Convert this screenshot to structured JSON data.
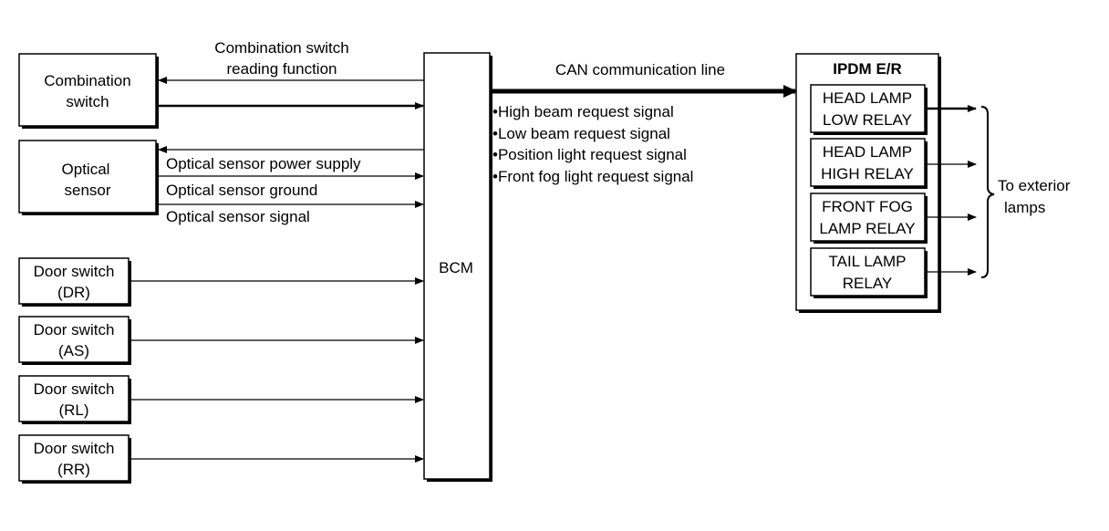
{
  "labels": {
    "combo_reading_1": "Combination switch",
    "combo_reading_2": "reading function",
    "can_line": "CAN communication line",
    "opt_power": "Optical sensor power supply",
    "opt_ground": "Optical sensor ground",
    "opt_signal": "Optical sensor signal",
    "to_exterior_1": "To exterior",
    "to_exterior_2": "lamps"
  },
  "boxes": {
    "combination_switch": [
      "Combination",
      "switch"
    ],
    "optical_sensor": [
      "Optical",
      "sensor"
    ],
    "door_dr": [
      "Door switch",
      "(DR)"
    ],
    "door_as": [
      "Door switch",
      "(AS)"
    ],
    "door_rl": [
      "Door switch",
      "(RL)"
    ],
    "door_rr": [
      "Door switch",
      "(RR)"
    ],
    "bcm": "BCM",
    "ipdm": "IPDM E/R"
  },
  "relays": {
    "head_low": [
      "HEAD LAMP",
      "LOW RELAY"
    ],
    "head_high": [
      "HEAD LAMP",
      "HIGH RELAY"
    ],
    "front_fog": [
      "FRONT FOG",
      "LAMP RELAY"
    ],
    "tail": [
      "TAIL LAMP",
      "RELAY"
    ]
  },
  "can_signals": [
    "•High beam request signal",
    "•Low beam request signal",
    "•Position light request signal",
    "•Front fog light request signal"
  ]
}
